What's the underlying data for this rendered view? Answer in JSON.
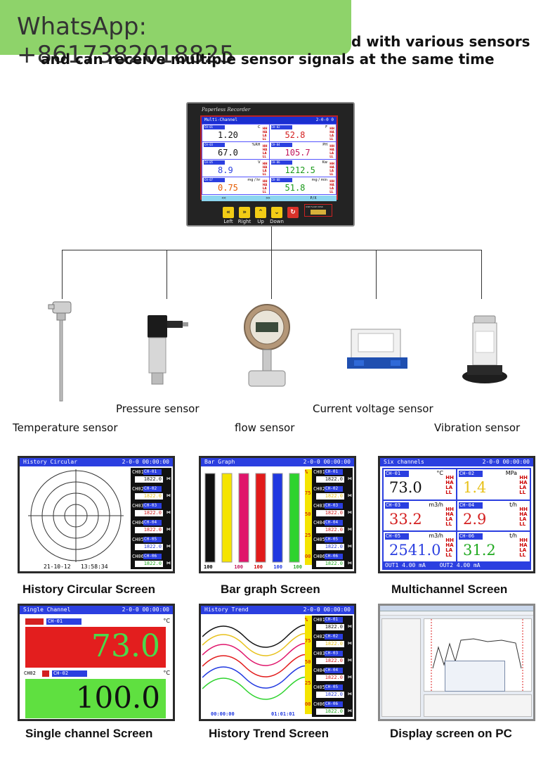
{
  "header": {
    "whatsapp": "WhatsApp: +8617382018825",
    "line1": "d with various sensors",
    "line2": "and can receive multiple sensor signals at the same time"
  },
  "device": {
    "brand": "Paperless Recorder",
    "screen_title": "Multi-Channel",
    "screen_date": "2-0-0 0",
    "channels": [
      {
        "tag": "CH-01",
        "value": "1.20",
        "unit": "C"
      },
      {
        "tag": "CH-02",
        "value": "52.8",
        "unit": "F"
      },
      {
        "tag": "CH-03",
        "value": "67.0",
        "unit": "%RH"
      },
      {
        "tag": "CH-04",
        "value": "105.7",
        "unit": "PH"
      },
      {
        "tag": "CH-05",
        "value": "8.9",
        "unit": "V"
      },
      {
        "tag": "CH-06",
        "value": "1212.5",
        "unit": "Kw"
      },
      {
        "tag": "CH-07",
        "value": "0.75",
        "unit": "mg / hr"
      },
      {
        "tag": "CH-08",
        "value": "51.8",
        "unit": "mg / min"
      }
    ],
    "nav": [
      "<<",
      ">>",
      "P/X"
    ],
    "buttons": [
      {
        "glyph": "«",
        "label": "Left"
      },
      {
        "glyph": "»",
        "label": "Right"
      },
      {
        "glyph": "⌃",
        "label": "Up"
      },
      {
        "glyph": "⌄",
        "label": "Down"
      },
      {
        "glyph": "↻",
        "label": ""
      }
    ],
    "usb_label": "USB FLASH DISK"
  },
  "sensors": {
    "temperature": "Temperature sensor",
    "pressure": "Pressure sensor",
    "flow": "flow sensor",
    "current_voltage": "Current voltage sensor",
    "vibration": "Vibration sensor"
  },
  "screens": {
    "history_circular": {
      "title": "History Circular",
      "date": "2-0-0 00:00:00",
      "footer": "21-10-12   13:58:34",
      "caption": "History Circular Screen"
    },
    "bar_graph": {
      "title": "Bar Graph",
      "date": "2-0-0 00:00:00",
      "bar_values": [
        "100",
        "",
        "100",
        "100",
        "100",
        "100"
      ],
      "caption": "Bar graph Screen"
    },
    "multichannel": {
      "title": "Six channels",
      "date": "2-0-0 00:00:00",
      "cells": [
        {
          "tag": "CH-01",
          "unit": "°C",
          "value": "73.0",
          "color": "#111111"
        },
        {
          "tag": "CH-02",
          "unit": "MPa",
          "value": "1.4",
          "color": "#e8c11a"
        },
        {
          "tag": "CH-03",
          "unit": "m3/h",
          "value": "33.2",
          "color": "#d42020"
        },
        {
          "tag": "CH-04",
          "unit": "t/h",
          "value": "2.9",
          "color": "#d42020"
        },
        {
          "tag": "CH-05",
          "unit": "m3/h",
          "value": "2541.0",
          "color": "#2b3fe0"
        },
        {
          "tag": "CH-06",
          "unit": "t/h",
          "value": "31.2",
          "color": "#22aa22"
        }
      ],
      "out1": "OUT1   4.00 mA",
      "out2": "OUT2   4.00 mA",
      "caption": "Multichannel Screen"
    },
    "single_channel": {
      "title": "Single Channel",
      "date": "2-0-0 00:00:00",
      "ch1_tag": "CH-01",
      "ch1_value": "73.0",
      "ch2_label": "CH02",
      "ch2_tag": "CH-02",
      "ch2_value": "100.0",
      "unit": "°C",
      "caption": "Single channel Screen"
    },
    "history_trend": {
      "title": "History Trend",
      "date": "2-0-0 00:00:00",
      "t_start": "00:00:00",
      "t_end": "01:01:01",
      "caption": "History Trend Screen"
    },
    "pc": {
      "caption": "Display screen on PC"
    },
    "side_rows": [
      {
        "label": "CH01",
        "tag": "CH-01",
        "value": "1822.0"
      },
      {
        "label": "CH02",
        "tag": "CH-02",
        "value": "1822.0"
      },
      {
        "label": "CH03",
        "tag": "CH-03",
        "value": "1822.0"
      },
      {
        "label": "CH04",
        "tag": "CH-04",
        "value": "1822.0"
      },
      {
        "label": "CH05",
        "tag": "CH-05",
        "value": "1822.0"
      },
      {
        "label": "CH06",
        "tag": "CH-06",
        "value": "1822.0"
      }
    ],
    "scale_ticks": [
      "%",
      "75",
      "50",
      "25",
      "00"
    ]
  }
}
